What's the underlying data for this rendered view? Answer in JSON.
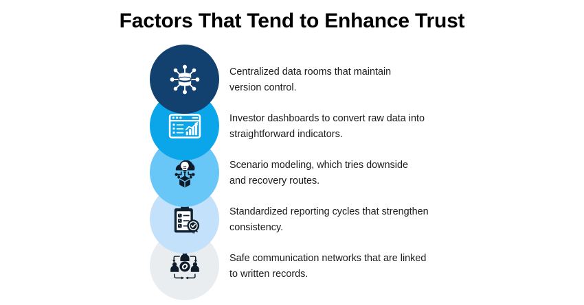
{
  "title": "Factors That Tend to Enhance Trust",
  "background_color": "#ffffff",
  "title_color": "#000000",
  "text_color": "#1a1a1a",
  "items": [
    {
      "icon_name": "database-network-icon",
      "circle_color": "#12406f",
      "icon_color": "#ffffff",
      "text": "Centralized data rooms that maintain\nversion control."
    },
    {
      "icon_name": "dashboard-chart-icon",
      "circle_color": "#0ba6e9",
      "icon_color": "#ffffff",
      "text": "Investor dashboards to convert raw data into\nstraightforward indicators."
    },
    {
      "icon_name": "cloud-idea-network-icon",
      "circle_color": "#69c7f7",
      "icon_color": "#0d1b2a",
      "text": "Scenario modeling, which tries downside\nand recovery routes."
    },
    {
      "icon_name": "clipboard-checklist-badge-icon",
      "circle_color": "#c3e1fa",
      "icon_color": "#10212f",
      "text": "Standardized reporting cycles that strengthen\nconsistency."
    },
    {
      "icon_name": "people-network-link-icon",
      "circle_color": "#eaedf0",
      "icon_color": "#0d1b2a",
      "text": "Safe communication networks that are linked\nto written records."
    }
  ]
}
